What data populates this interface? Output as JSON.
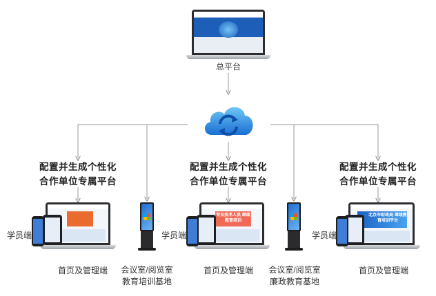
{
  "top": {
    "platform_label": "总平台"
  },
  "branches": [
    {
      "config_title_line1": "配置并生成个性化",
      "config_title_line2": "合作单位专属平台",
      "student_label": "学员端",
      "admin_label": "首页及管理端",
      "banner_text": "",
      "has_kiosk": true,
      "kiosk_label_line1": "会议室/阅览室",
      "kiosk_label_line2": "教育培训基地"
    },
    {
      "config_title_line1": "配置并生成个性化",
      "config_title_line2": "合作单位专属平台",
      "student_label": "学员端",
      "admin_label": "首页及管理端",
      "banner_text": "专业技术人员 继续教育培训",
      "has_kiosk": true,
      "kiosk_label_line1": "会议室/阅览室",
      "kiosk_label_line2": "廉政教育基地"
    },
    {
      "config_title_line1": "配置并生成个性化",
      "config_title_line2": "合作单位专属平台",
      "student_label": "学员端",
      "admin_label": "首页及管理端",
      "banner_text": "北京市财政局 继续教育培训平台",
      "has_kiosk": false
    }
  ],
  "colors": {
    "connector": "#9a9a9a",
    "cloud_light": "#6ec6f5",
    "cloud_dark": "#1b6fd3",
    "sync_arrow": "#0d4ea6"
  },
  "icons": [
    "laptop-icon",
    "cloud-sync-icon",
    "phone-icon",
    "tablet-icon",
    "kiosk-icon"
  ]
}
